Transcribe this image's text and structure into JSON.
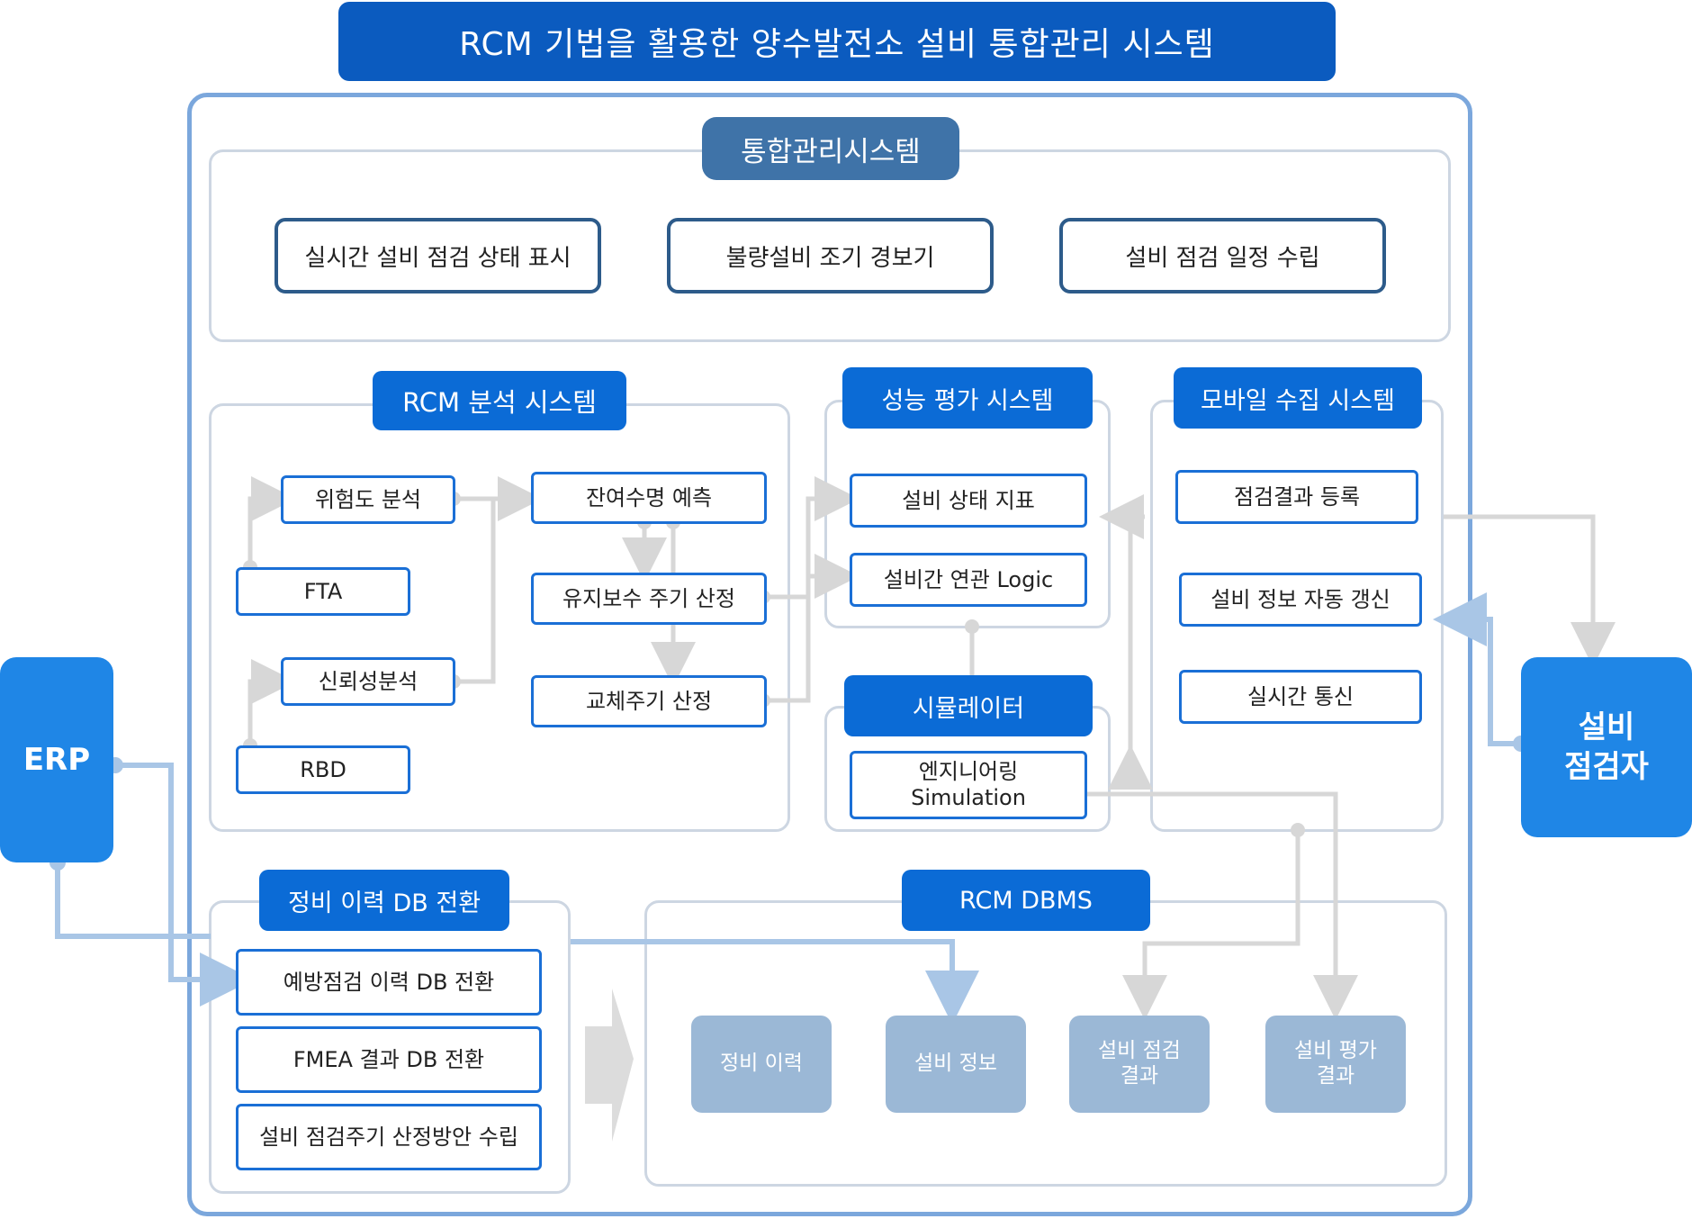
{
  "title": "RCM 기법을 활용한 양수발전소 설비 통합관리 시스템",
  "integrated": {
    "label": "통합관리시스템",
    "items": [
      "실시간 설비 점검 상태 표시",
      "불량설비 조기 경보기",
      "설비 점검 일정 수립"
    ]
  },
  "rcm_analysis": {
    "label": "RCM 분석 시스템",
    "risk": "위험도 분석",
    "fta": "FTA",
    "reliability": "신뢰성분석",
    "rbd": "RBD",
    "remaining_life": "잔여수명 예측",
    "maintenance_cycle": "유지보수 주기 산정",
    "replacement_cycle": "교체주기 산정"
  },
  "performance": {
    "label": "성능 평가 시스템",
    "status_index": "설비 상태 지표",
    "logic": "설비간 연관 Logic"
  },
  "simulator": {
    "label": "시뮬레이터",
    "engineering": "엔지니어링",
    "simulation": "Simulation"
  },
  "mobile": {
    "label": "모바일 수집 시스템",
    "items": [
      "점검결과 등록",
      "설비 정보 자동 갱신",
      "실시간 통신"
    ]
  },
  "maintenance_db": {
    "label": "정비 이력 DB 전환",
    "items": [
      "예방점검 이력 DB 전환",
      "FMEA 결과 DB 전환",
      "설비 점검주기 산정방안 수립"
    ]
  },
  "rcm_dbms": {
    "label": "RCM DBMS",
    "items": [
      {
        "line1": "정비 이력",
        "line2": ""
      },
      {
        "line1": "설비 정보",
        "line2": ""
      },
      {
        "line1": "설비 점검",
        "line2": "결과"
      },
      {
        "line1": "설비 평가",
        "line2": "결과"
      }
    ]
  },
  "erp": "ERP",
  "inspector": {
    "line1": "설비",
    "line2": "점검자"
  },
  "colors": {
    "banner": "#0b5bbf",
    "pill": "#0b6bd6",
    "pill_dark": "#3f73a8",
    "outer_border": "#7ba7dc",
    "section_border": "#cdd6e2",
    "db_box": "#9bb8d6",
    "side_box": "#1f86e6",
    "connector_gray": "#d7d7d7",
    "connector_blue": "#a9c6e6"
  }
}
